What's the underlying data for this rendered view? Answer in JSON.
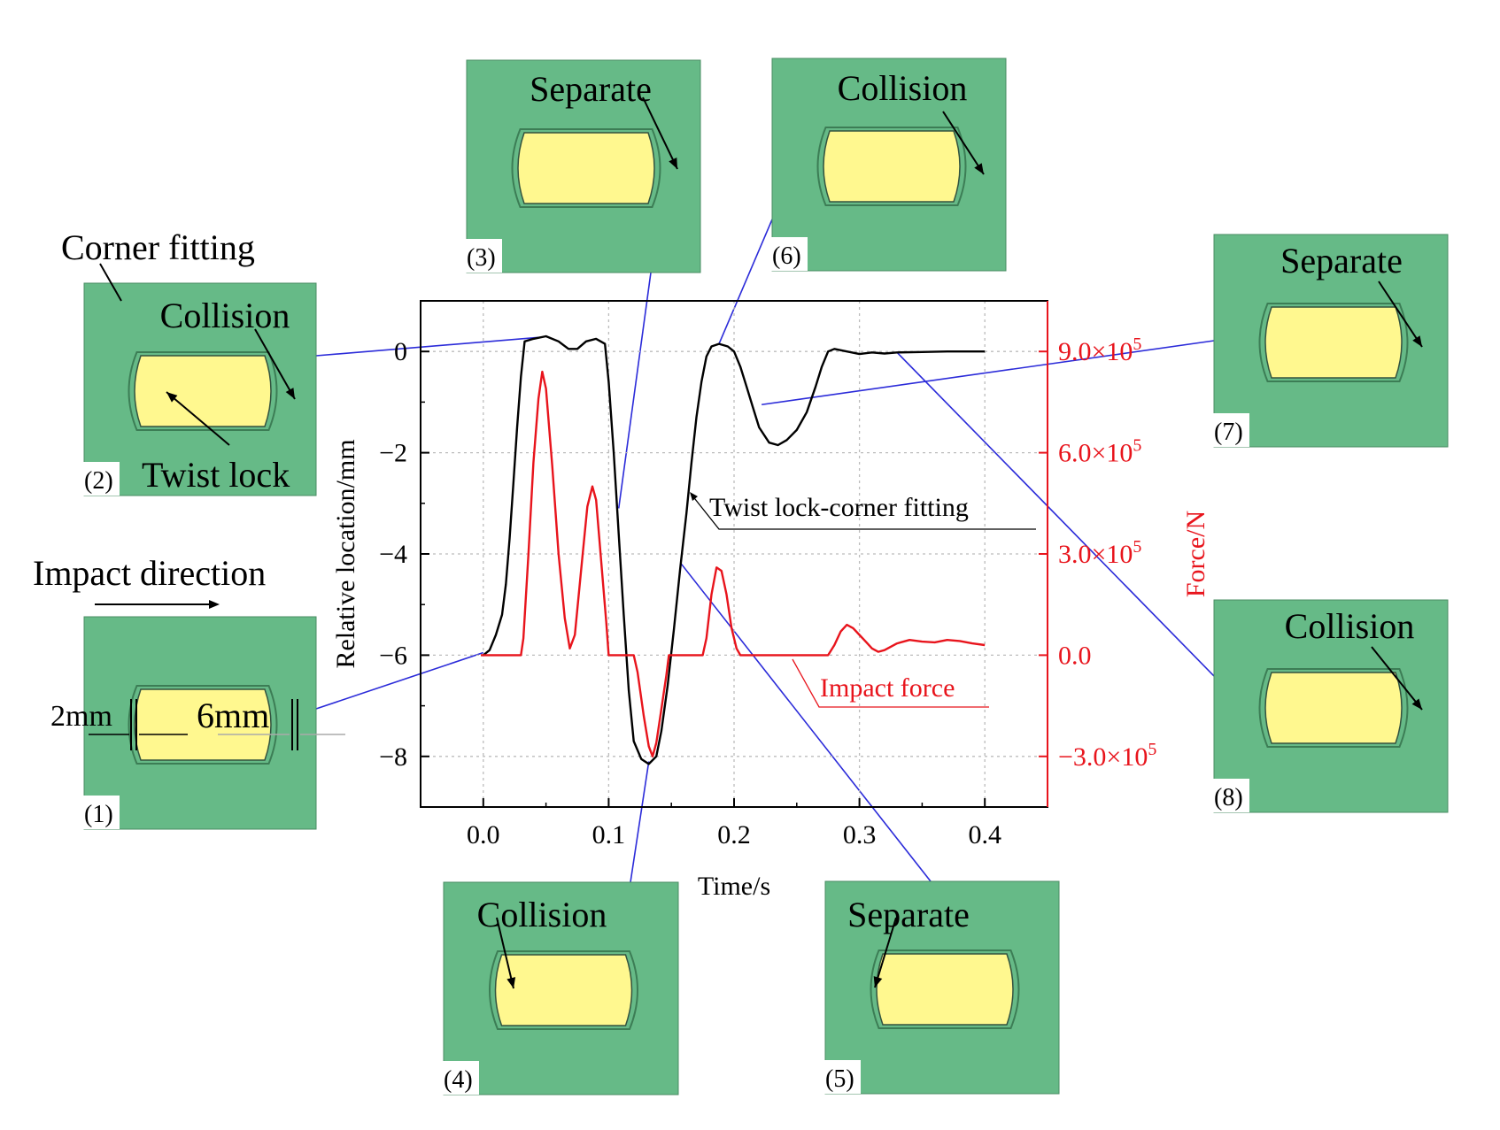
{
  "chart_data": {
    "type": "line",
    "xlabel": "Time/s",
    "ylabel_left": "Relative location/mm",
    "ylabel_right": "Force/N",
    "xlim": [
      -0.05,
      0.45
    ],
    "ylim_left": [
      -9,
      1
    ],
    "ylim_right": [
      -450000,
      1050000
    ],
    "x_ticks": [
      0.0,
      0.1,
      0.2,
      0.3,
      0.4
    ],
    "x_tick_labels": [
      "0.0",
      "0.1",
      "0.2",
      "0.3",
      "0.4"
    ],
    "y_left_ticks": [
      0,
      -2,
      -4,
      -6,
      -8
    ],
    "y_left_tick_labels": [
      "0",
      "−2",
      "−4",
      "−6",
      "−8"
    ],
    "y_right_ticks": [
      900000,
      600000,
      300000,
      0,
      -300000
    ],
    "y_right_tick_labels": [
      {
        "mantissa": "9.0×10",
        "exp": "5"
      },
      {
        "mantissa": "6.0×10",
        "exp": "5"
      },
      {
        "mantissa": "3.0×10",
        "exp": "5"
      },
      {
        "mantissa": "0.0",
        "exp": ""
      },
      {
        "mantissa": "−3.0×10",
        "exp": "5"
      }
    ],
    "grid": true,
    "series": [
      {
        "name": "Twist lock-corner fitting",
        "axis": "left",
        "color": "#000000",
        "points": [
          [
            0.0,
            -6.0
          ],
          [
            0.005,
            -5.9
          ],
          [
            0.01,
            -5.6
          ],
          [
            0.015,
            -5.2
          ],
          [
            0.018,
            -4.6
          ],
          [
            0.021,
            -3.7
          ],
          [
            0.024,
            -2.6
          ],
          [
            0.027,
            -1.5
          ],
          [
            0.03,
            -0.5
          ],
          [
            0.033,
            0.2
          ],
          [
            0.04,
            0.25
          ],
          [
            0.05,
            0.3
          ],
          [
            0.06,
            0.2
          ],
          [
            0.068,
            0.05
          ],
          [
            0.075,
            0.05
          ],
          [
            0.082,
            0.2
          ],
          [
            0.09,
            0.25
          ],
          [
            0.097,
            0.15
          ],
          [
            0.1,
            -0.6
          ],
          [
            0.104,
            -2.0
          ],
          [
            0.108,
            -3.6
          ],
          [
            0.112,
            -5.2
          ],
          [
            0.116,
            -6.7
          ],
          [
            0.12,
            -7.7
          ],
          [
            0.126,
            -8.05
          ],
          [
            0.132,
            -8.15
          ],
          [
            0.138,
            -8.0
          ],
          [
            0.142,
            -7.5
          ],
          [
            0.147,
            -6.6
          ],
          [
            0.152,
            -5.5
          ],
          [
            0.157,
            -4.3
          ],
          [
            0.162,
            -3.2
          ],
          [
            0.166,
            -2.2
          ],
          [
            0.17,
            -1.3
          ],
          [
            0.174,
            -0.6
          ],
          [
            0.178,
            -0.1
          ],
          [
            0.182,
            0.1
          ],
          [
            0.188,
            0.15
          ],
          [
            0.195,
            0.1
          ],
          [
            0.2,
            0.0
          ],
          [
            0.205,
            -0.3
          ],
          [
            0.21,
            -0.7
          ],
          [
            0.215,
            -1.1
          ],
          [
            0.22,
            -1.5
          ],
          [
            0.228,
            -1.8
          ],
          [
            0.235,
            -1.85
          ],
          [
            0.242,
            -1.75
          ],
          [
            0.25,
            -1.55
          ],
          [
            0.258,
            -1.2
          ],
          [
            0.265,
            -0.7
          ],
          [
            0.27,
            -0.3
          ],
          [
            0.275,
            0.0
          ],
          [
            0.28,
            0.05
          ],
          [
            0.29,
            0.0
          ],
          [
            0.3,
            -0.05
          ],
          [
            0.31,
            -0.02
          ],
          [
            0.32,
            -0.04
          ],
          [
            0.33,
            -0.02
          ],
          [
            0.35,
            -0.01
          ],
          [
            0.37,
            0.0
          ],
          [
            0.39,
            0.0
          ],
          [
            0.4,
            0.0
          ]
        ]
      },
      {
        "name": "Impact force",
        "axis": "right",
        "color": "#e8141c",
        "points": [
          [
            -0.002,
            0
          ],
          [
            0.03,
            0
          ],
          [
            0.032,
            50000
          ],
          [
            0.036,
            300000
          ],
          [
            0.04,
            570000
          ],
          [
            0.044,
            760000
          ],
          [
            0.047,
            840000
          ],
          [
            0.05,
            790000
          ],
          [
            0.055,
            560000
          ],
          [
            0.06,
            300000
          ],
          [
            0.065,
            110000
          ],
          [
            0.069,
            20000
          ],
          [
            0.073,
            60000
          ],
          [
            0.078,
            250000
          ],
          [
            0.083,
            440000
          ],
          [
            0.087,
            500000
          ],
          [
            0.09,
            460000
          ],
          [
            0.094,
            280000
          ],
          [
            0.098,
            100000
          ],
          [
            0.1,
            0
          ],
          [
            0.12,
            0
          ],
          [
            0.123,
            -50000
          ],
          [
            0.128,
            -180000
          ],
          [
            0.132,
            -270000
          ],
          [
            0.135,
            -300000
          ],
          [
            0.138,
            -260000
          ],
          [
            0.142,
            -160000
          ],
          [
            0.146,
            -60000
          ],
          [
            0.148,
            0
          ],
          [
            0.175,
            0
          ],
          [
            0.178,
            50000
          ],
          [
            0.182,
            180000
          ],
          [
            0.186,
            260000
          ],
          [
            0.19,
            250000
          ],
          [
            0.194,
            180000
          ],
          [
            0.198,
            80000
          ],
          [
            0.202,
            20000
          ],
          [
            0.205,
            0
          ],
          [
            0.275,
            0
          ],
          [
            0.28,
            30000
          ],
          [
            0.285,
            70000
          ],
          [
            0.29,
            90000
          ],
          [
            0.295,
            80000
          ],
          [
            0.3,
            60000
          ],
          [
            0.305,
            40000
          ],
          [
            0.31,
            20000
          ],
          [
            0.315,
            10000
          ],
          [
            0.32,
            15000
          ],
          [
            0.33,
            35000
          ],
          [
            0.34,
            45000
          ],
          [
            0.35,
            40000
          ],
          [
            0.36,
            38000
          ],
          [
            0.37,
            45000
          ],
          [
            0.38,
            42000
          ],
          [
            0.39,
            35000
          ],
          [
            0.4,
            30000
          ]
        ]
      }
    ],
    "annotations": [
      {
        "text": "Twist lock-corner fitting",
        "series": 0
      },
      {
        "text": "Impact force",
        "series": 1
      }
    ]
  },
  "inset_labels": {
    "corner_fitting": "Corner fitting",
    "impact_direction": "Impact direction",
    "twist_lock": "Twist lock",
    "gap_2mm": "2mm",
    "gap_6mm": "6mm"
  },
  "panels": [
    {
      "id": "(1)",
      "label": ""
    },
    {
      "id": "(2)",
      "label": "Collision"
    },
    {
      "id": "(3)",
      "label": "Separate"
    },
    {
      "id": "(4)",
      "label": "Collision"
    },
    {
      "id": "(5)",
      "label": "Separate"
    },
    {
      "id": "(6)",
      "label": "Collision"
    },
    {
      "id": "(7)",
      "label": "Separate"
    },
    {
      "id": "(8)",
      "label": "Collision"
    }
  ],
  "colors": {
    "panel_green": "#66ba87",
    "panel_yellow": "#fff88f",
    "inner_edge": "#3c7d55",
    "leader_blue": "#2b2bd9",
    "force_red": "#e8141c",
    "grid_gray": "#bcbcbc"
  }
}
